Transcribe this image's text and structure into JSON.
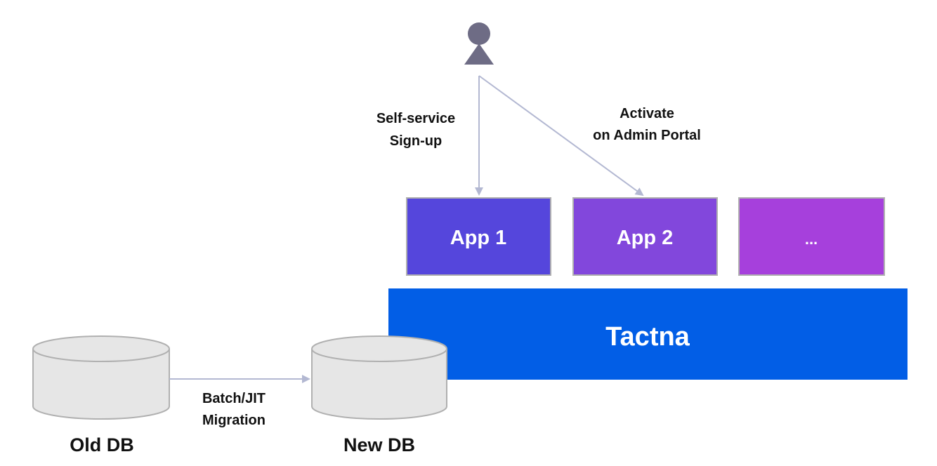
{
  "user": {
    "icon": "user-icon",
    "color": "#6e6c85"
  },
  "flows": {
    "signup_line1": "Self-service",
    "signup_line2": "Sign-up",
    "activate_line1": "Activate",
    "activate_line2": "on Admin Portal",
    "migration_line1": "Batch/JIT",
    "migration_line2": "Migration"
  },
  "apps": [
    {
      "label": "App 1",
      "color": "#5546dc"
    },
    {
      "label": "App 2",
      "color": "#8247dc"
    },
    {
      "label": "...",
      "color": "#a640dc"
    }
  ],
  "platform": {
    "label": "Tactna",
    "color": "#025ee6"
  },
  "databases": {
    "old": "Old DB",
    "new": "New DB"
  },
  "colors": {
    "arrow": "#b3b8d2",
    "db_fill": "#e6e6e6",
    "db_stroke": "#b0b0b0",
    "box_stroke": "#b0b0b0"
  }
}
